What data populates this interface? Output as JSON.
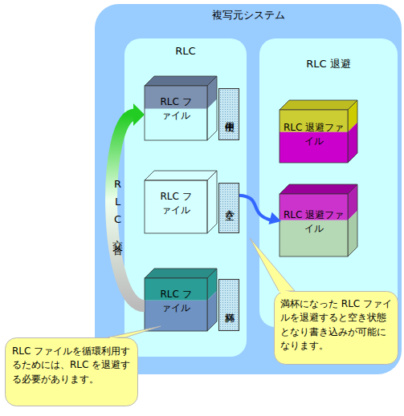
{
  "diagram": {
    "nodes": [
      {
        "text": [
          "複写元システム"
        ]
      },
      {
        "text": [
          "RLC"
        ],
        "in": 0
      },
      {
        "text": [
          "RLC 退避"
        ],
        "in": 0
      },
      {
        "text": [
          "RLC ファイル"
        ],
        "in": 1
      },
      {
        "text": [
          "使用中"
        ],
        "in": 1
      },
      {
        "text": [
          "RLC ファイル"
        ],
        "in": 1
      },
      {
        "text": [
          "空き"
        ],
        "in": 1
      },
      {
        "text": [
          "RLC ファイル"
        ],
        "in": 1
      },
      {
        "text": [
          "満杯"
        ],
        "in": 1
      },
      {
        "text": [
          "RLC 退避ファイル"
        ],
        "in": 2
      },
      {
        "text": [
          "RLC 退避ファイル"
        ],
        "in": 2
      },
      {
        "text": [
          "満杯になった RLC ファイルを退避すると空き状態となり書き込みが可能になります。"
        ]
      },
      {
        "text": [
          "RLC ファイルを循環利用するためには、RLC を退避する必要があります。"
        ]
      }
    ],
    "edges": [
      {
        "from": 7,
        "to": 3,
        "arrow": "to",
        "label": "RLC交替"
      },
      {
        "from": 6,
        "to": 10,
        "arrow": "to"
      }
    ]
  }
}
